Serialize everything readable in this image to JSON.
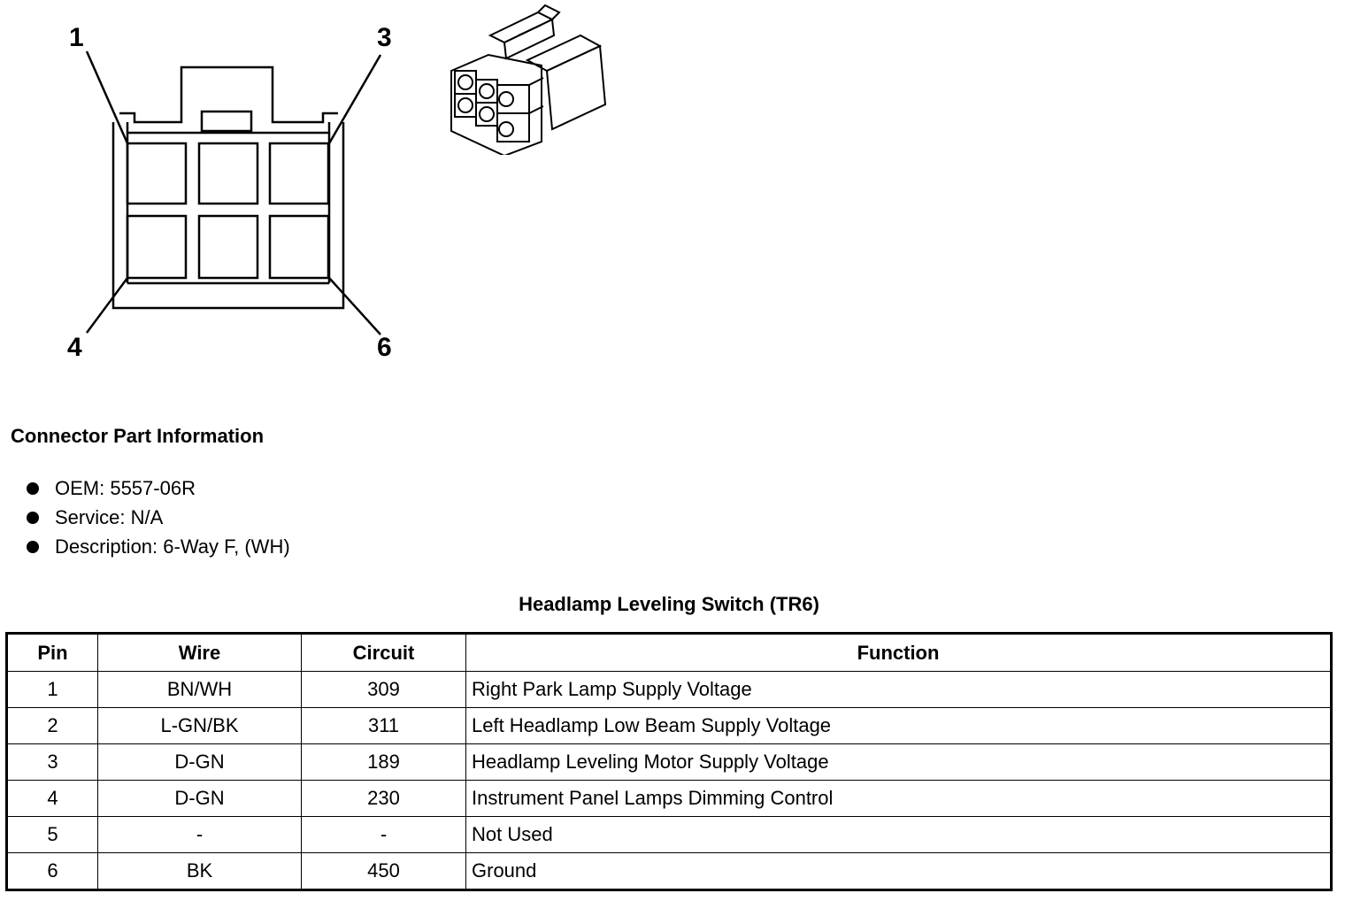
{
  "diagram": {
    "pin_labels": {
      "p1": "1",
      "p3": "3",
      "p4": "4",
      "p6": "6"
    }
  },
  "connector_info": {
    "title": "Connector Part Information",
    "items": [
      "OEM: 5557-06R",
      "Service: N/A",
      "Description: 6-Way F, (WH)"
    ]
  },
  "table": {
    "title": "Headlamp Leveling Switch (TR6)",
    "headers": {
      "pin": "Pin",
      "wire": "Wire",
      "circuit": "Circuit",
      "function": "Function"
    },
    "rows": [
      {
        "pin": "1",
        "wire": "BN/WH",
        "circuit": "309",
        "function": "Right Park Lamp Supply Voltage"
      },
      {
        "pin": "2",
        "wire": "L-GN/BK",
        "circuit": "311",
        "function": "Left Headlamp Low Beam Supply Voltage"
      },
      {
        "pin": "3",
        "wire": "D-GN",
        "circuit": "189",
        "function": "Headlamp Leveling Motor Supply Voltage"
      },
      {
        "pin": "4",
        "wire": "D-GN",
        "circuit": "230",
        "function": "Instrument Panel Lamps Dimming Control"
      },
      {
        "pin": "5",
        "wire": "-",
        "circuit": "-",
        "function": "Not Used"
      },
      {
        "pin": "6",
        "wire": "BK",
        "circuit": "450",
        "function": "Ground"
      }
    ]
  }
}
